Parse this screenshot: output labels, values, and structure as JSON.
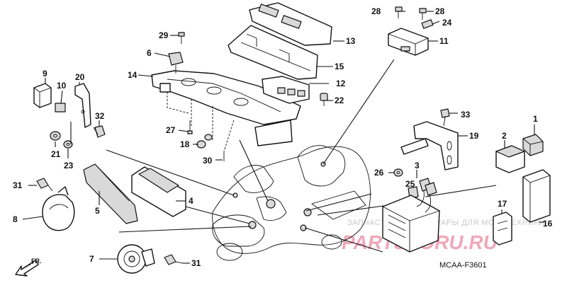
{
  "callouts": {
    "c1": "1",
    "c2": "2",
    "c3": "3",
    "c4": "4",
    "c5": "5",
    "c6": "6",
    "c7": "7",
    "c8": "8",
    "c9": "9",
    "c10": "10",
    "c11": "11",
    "c12": "12",
    "c13": "13",
    "c14": "14",
    "c15": "15",
    "c16": "16",
    "c17": "17",
    "c18": "18",
    "c19": "19",
    "c20": "20",
    "c21": "21",
    "c22": "22",
    "c23": "23",
    "c24": "24",
    "c25": "25",
    "c26": "26",
    "c27": "27",
    "c28a": "28",
    "c28b": "28",
    "c29": "29",
    "c30": "30",
    "c31a": "31",
    "c31b": "31",
    "c32": "32",
    "c33": "33"
  },
  "front_arrow": "FR.",
  "diagram_code": "MCAA-F3601",
  "watermark": {
    "line1": "ЗАПЧАСТИ И АКСЕССУАРЫ ДЛЯ МОТОТЕХНИКИ",
    "line2": "PARTSFORU.RU",
    "color": "#f0a8b8"
  }
}
